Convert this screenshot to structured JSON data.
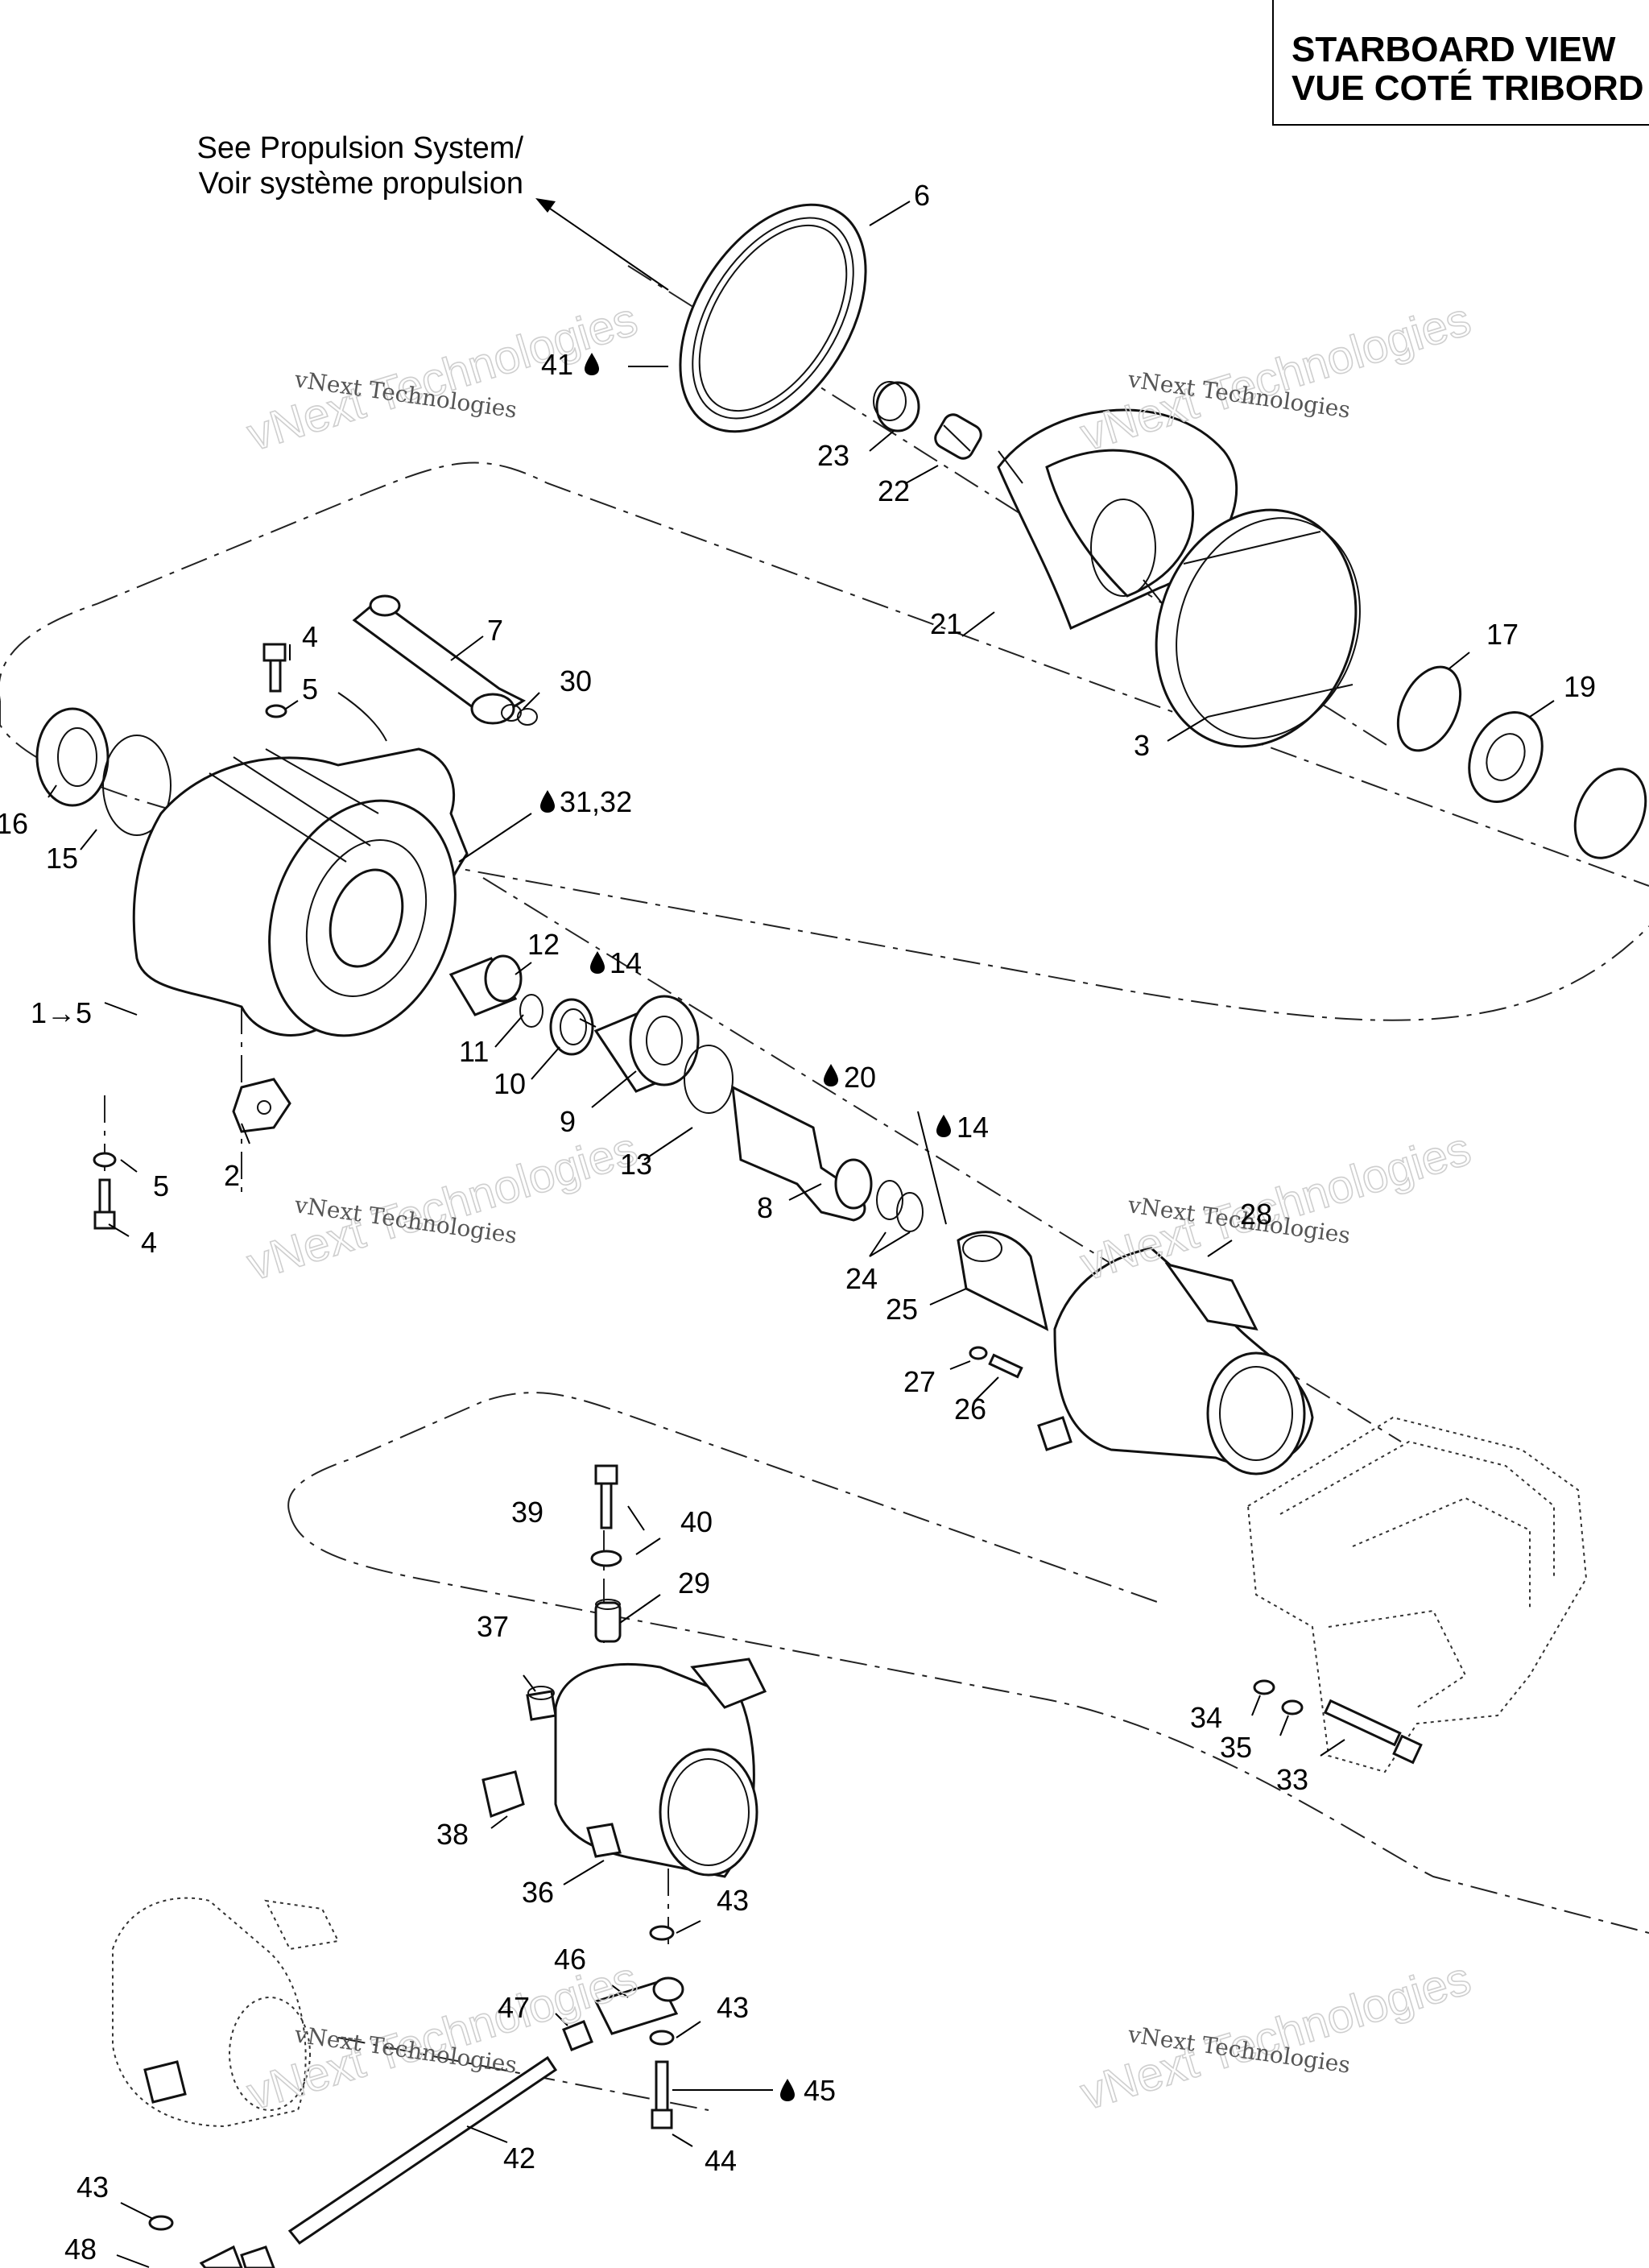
{
  "title": {
    "line1": "STARBOARD VIEW",
    "line2": "VUE COTÉ TRIBORD"
  },
  "note": {
    "line1": "See Propulsion System/",
    "line2": "Voir système propulsion"
  },
  "watermark": {
    "small": "vNext Technologies",
    "large": "vNext Technologies"
  },
  "callouts": {
    "c6": "6",
    "c41": "41",
    "c23": "23",
    "c22": "22",
    "c21": "21",
    "c3": "3",
    "c17": "17",
    "c19": "19",
    "c4a": "4",
    "c7": "7",
    "c5a": "5",
    "c30": "30",
    "c16": "16",
    "c15": "15",
    "c3132": "31,32",
    "c12": "12",
    "c14a": "14",
    "c1to5": "1→5",
    "c11": "11",
    "c10": "10",
    "c9": "9",
    "c20": "20",
    "c13": "13",
    "c14b": "14",
    "c8": "8",
    "c2": "2",
    "c5b": "5",
    "c4b": "4",
    "c24": "24",
    "c25": "25",
    "c28": "28",
    "c27": "27",
    "c26": "26",
    "c39": "39",
    "c40": "40",
    "c29": "29",
    "c37": "37",
    "c38": "38",
    "c36": "36",
    "c34": "34",
    "c35": "35",
    "c33": "33",
    "c43a": "43",
    "c46": "46",
    "c47": "47",
    "c43b": "43",
    "c45": "45",
    "c42": "42",
    "c44": "44",
    "c43c": "43",
    "c48": "48"
  },
  "icons": {
    "oil_drop": "oil-drop-icon",
    "arrow": "arrow-icon"
  }
}
